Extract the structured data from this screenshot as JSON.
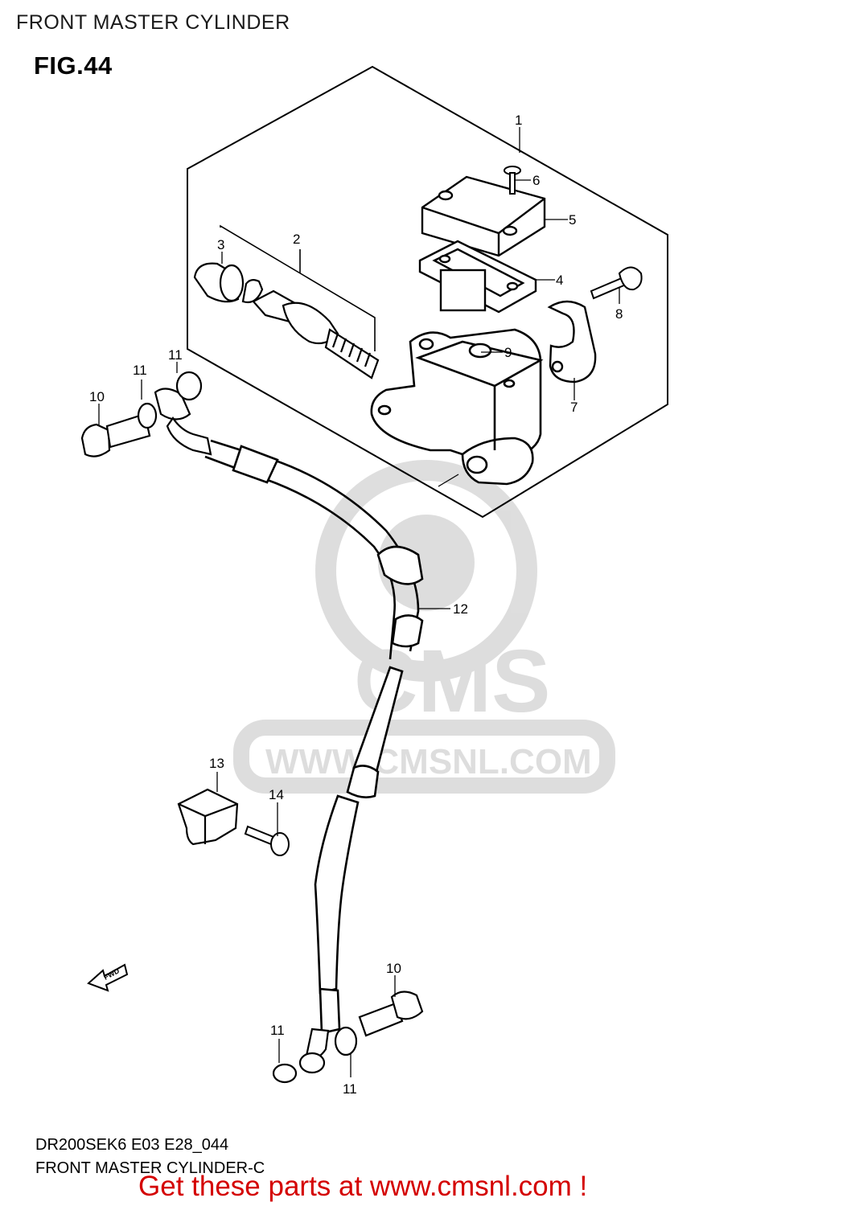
{
  "header": {
    "title": "FRONT MASTER CYLINDER"
  },
  "figure": {
    "label": "FIG.44"
  },
  "watermark": {
    "brand": "CMS",
    "url": "WWW.CMSNL.COM"
  },
  "direction_marker": {
    "label": "FWD"
  },
  "parts": [
    {
      "id": "part-1",
      "number": "1"
    },
    {
      "id": "part-2",
      "number": "2"
    },
    {
      "id": "part-3",
      "number": "3"
    },
    {
      "id": "part-4",
      "number": "4"
    },
    {
      "id": "part-5",
      "number": "5"
    },
    {
      "id": "part-6",
      "number": "6"
    },
    {
      "id": "part-7",
      "number": "7"
    },
    {
      "id": "part-8",
      "number": "8"
    },
    {
      "id": "part-9",
      "number": "9"
    },
    {
      "id": "part-10-upper",
      "number": "10"
    },
    {
      "id": "part-11-upper-a",
      "number": "11"
    },
    {
      "id": "part-11-upper-b",
      "number": "11"
    },
    {
      "id": "part-12",
      "number": "12"
    },
    {
      "id": "part-13",
      "number": "13"
    },
    {
      "id": "part-14",
      "number": "14"
    },
    {
      "id": "part-10-lower",
      "number": "10"
    },
    {
      "id": "part-11-lower-a",
      "number": "11"
    },
    {
      "id": "part-11-lower-b",
      "number": "11"
    }
  ],
  "footer": {
    "code": "DR200SEK6 E03 E28_044",
    "caption": "FRONT MASTER CYLINDER-C"
  },
  "promo": {
    "text": "Get these parts at www.cmsnl.com !",
    "color": "#d40000"
  }
}
